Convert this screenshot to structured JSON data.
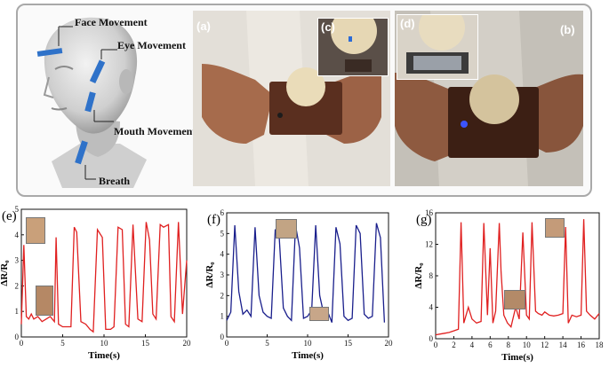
{
  "head": {
    "labels": [
      "Face Movement",
      "Eye Movement",
      "Mouth Movement",
      "Breath"
    ]
  },
  "photos": {
    "a_label": "(a)",
    "b_label": "(b)",
    "c_label": "(c)",
    "d_label": "(d)"
  },
  "chart_data": [
    {
      "type": "line",
      "panel": "(e)",
      "xlabel": "Time(s)",
      "ylabel": "ΔR/R₀",
      "xlim": [
        0,
        20
      ],
      "ylim": [
        0,
        5
      ],
      "xticks": [
        "0",
        "5",
        "10",
        "15",
        "20"
      ],
      "yticks": [
        "0",
        "1",
        "2",
        "3",
        "4",
        "5"
      ],
      "color": "#e02020",
      "x": [
        0,
        0.3,
        0.6,
        0.9,
        1.2,
        1.5,
        2,
        2.5,
        3,
        3.5,
        4,
        4.2,
        4.5,
        5,
        6,
        6.4,
        6.7,
        7.2,
        7.8,
        8.3,
        8.7,
        9.2,
        9.8,
        10.2,
        10.8,
        11.2,
        11.7,
        12.2,
        12.6,
        13,
        13.5,
        14.1,
        14.6,
        15.1,
        15.5,
        15.9,
        16.3,
        16.8,
        17.2,
        17.8,
        18.1,
        18.5,
        19,
        19.5,
        20
      ],
      "y": [
        0.5,
        3.6,
        0.8,
        0.7,
        0.9,
        0.7,
        0.8,
        0.6,
        0.7,
        0.8,
        0.6,
        3.9,
        0.5,
        0.4,
        0.4,
        4.3,
        4.1,
        0.6,
        0.5,
        0.3,
        0.2,
        4.2,
        3.9,
        0.3,
        0.3,
        0.4,
        4.3,
        4.2,
        0.5,
        0.4,
        4.4,
        0.7,
        0.6,
        4.5,
        3.8,
        0.9,
        0.7,
        4.4,
        4.3,
        4.4,
        0.8,
        0.6,
        4.5,
        0.9,
        3.0
      ]
    },
    {
      "type": "line",
      "panel": "(f)",
      "xlabel": "Time(s)",
      "ylabel": "ΔR/R₀",
      "xlim": [
        0,
        20
      ],
      "ylim": [
        0,
        6
      ],
      "xticks": [
        "0",
        "5",
        "10",
        "15",
        "20"
      ],
      "yticks": [
        "0",
        "1",
        "2",
        "3",
        "4",
        "5",
        "6"
      ],
      "color": "#1a1f8c",
      "x": [
        0,
        0.5,
        1,
        1.5,
        2,
        2.5,
        3,
        3.5,
        4,
        4.5,
        5,
        5.5,
        6,
        6.5,
        7,
        7.5,
        8,
        8.5,
        9,
        9.5,
        10,
        10.5,
        11,
        11.5,
        12,
        12.5,
        13,
        13.5,
        14,
        14.5,
        15,
        15.5,
        16,
        16.5,
        17,
        17.5,
        18,
        18.5,
        19,
        19.5
      ],
      "y": [
        0.8,
        1.2,
        5.4,
        2.2,
        1.1,
        1.3,
        1.0,
        5.3,
        2.0,
        1.2,
        1.0,
        0.9,
        5.2,
        4.8,
        1.4,
        1.0,
        0.8,
        5.4,
        4.3,
        0.9,
        1.0,
        1.3,
        5.4,
        2.0,
        1.1,
        1.2,
        0.7,
        5.3,
        4.5,
        1.0,
        0.8,
        0.9,
        5.4,
        5.0,
        1.1,
        0.9,
        1.0,
        5.5,
        4.8,
        0.7
      ]
    },
    {
      "type": "line",
      "panel": "(g)",
      "xlabel": "Time(s)",
      "ylabel": "ΔR/R₀",
      "xlim": [
        0,
        18
      ],
      "ylim": [
        0,
        16
      ],
      "xticks": [
        "0",
        "2",
        "4",
        "6",
        "8",
        "10",
        "12",
        "14",
        "16",
        "18"
      ],
      "yticks": [
        "0",
        "4",
        "8",
        "12",
        "16"
      ],
      "color": "#e02020",
      "x": [
        0,
        0.5,
        1,
        1.5,
        2,
        2.5,
        2.8,
        3.1,
        3.6,
        4,
        4.5,
        5,
        5.3,
        5.7,
        6,
        6.3,
        6.6,
        7,
        7.2,
        7.5,
        7.9,
        8.3,
        8.8,
        9.2,
        9.6,
        10,
        10.3,
        10.6,
        11,
        11.3,
        11.7,
        12,
        12.5,
        13,
        13.5,
        14,
        14.3,
        14.6,
        15,
        15.5,
        16,
        16.3,
        16.6,
        17,
        17.5,
        18
      ],
      "y": [
        0.5,
        0.6,
        0.7,
        0.8,
        1.0,
        1.2,
        14.8,
        2.0,
        4.0,
        2.5,
        2.0,
        2.2,
        14.7,
        3.0,
        11.5,
        2.0,
        3.5,
        14.7,
        8.5,
        3.0,
        2.0,
        1.5,
        4.0,
        2.5,
        13.5,
        3.0,
        2.5,
        14.8,
        3.5,
        3.2,
        3.0,
        3.4,
        3.0,
        2.9,
        3.0,
        3.2,
        14.2,
        2.0,
        3.0,
        2.8,
        3.0,
        15.2,
        3.5,
        3.0,
        2.5,
        3.2
      ]
    }
  ]
}
